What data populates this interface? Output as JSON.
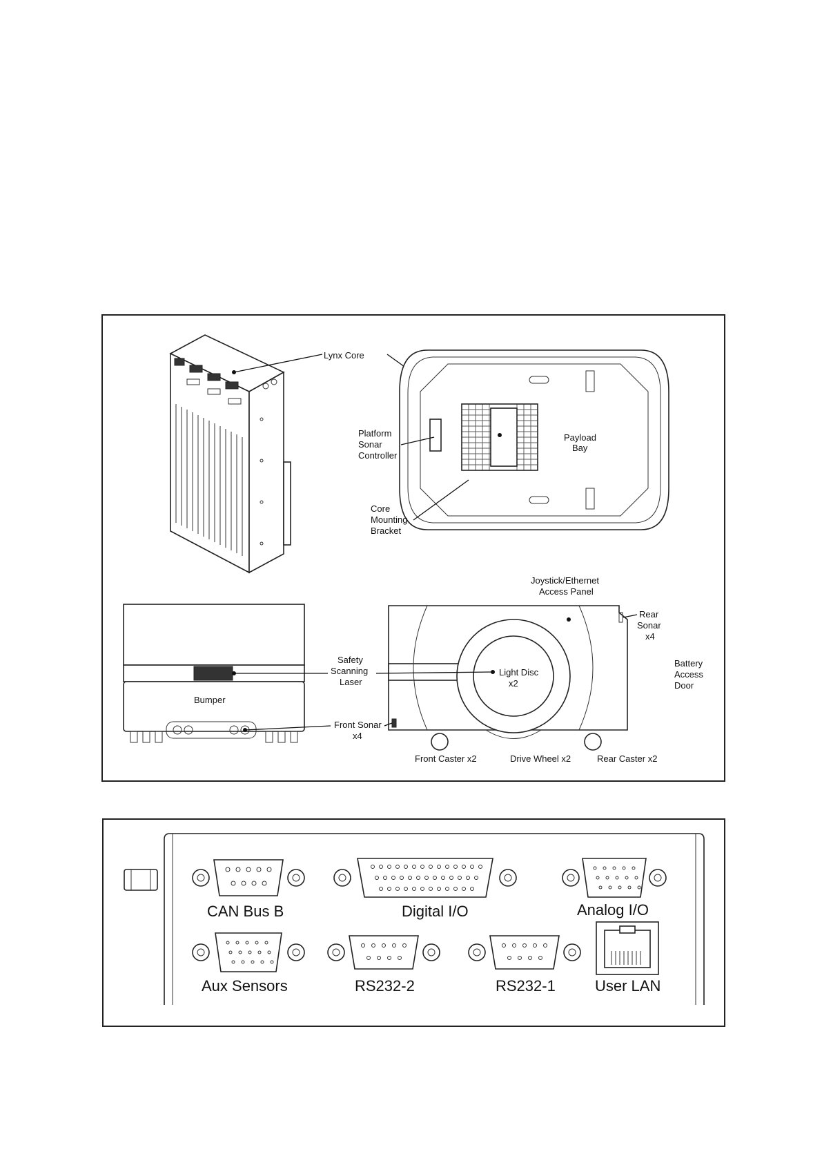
{
  "figure1": {
    "labels": {
      "lynx_core": "Lynx Core",
      "platform_sonar_controller": [
        "Platform",
        "Sonar",
        "Controller"
      ],
      "payload_bay": [
        "Payload",
        "Bay"
      ],
      "core_mounting_bracket": [
        "Core",
        "Mounting",
        "Bracket"
      ],
      "joystick_panel": [
        "Joystick/Ethernet",
        "Access Panel"
      ],
      "rear_sonar": [
        "Rear",
        "Sonar",
        "x4"
      ],
      "safety_laser": [
        "Safety",
        "Scanning",
        "Laser"
      ],
      "battery_door": [
        "Battery",
        "Access",
        "Door"
      ],
      "bumper": "Bumper",
      "light_disc": [
        "Light Disc",
        "x2"
      ],
      "front_sonar": [
        "Front Sonar",
        "x4"
      ],
      "front_caster": "Front Caster x2",
      "drive_wheel": "Drive Wheel x2",
      "rear_caster": "Rear Caster x2"
    }
  },
  "figure2": {
    "connectors": {
      "can_bus_b": "CAN Bus B",
      "digital_io": "Digital I/O",
      "analog_io": "Analog I/O",
      "aux_sensors": "Aux Sensors",
      "rs232_2": "RS232-2",
      "rs232_1": "RS232-1",
      "user_lan": "User LAN"
    }
  }
}
